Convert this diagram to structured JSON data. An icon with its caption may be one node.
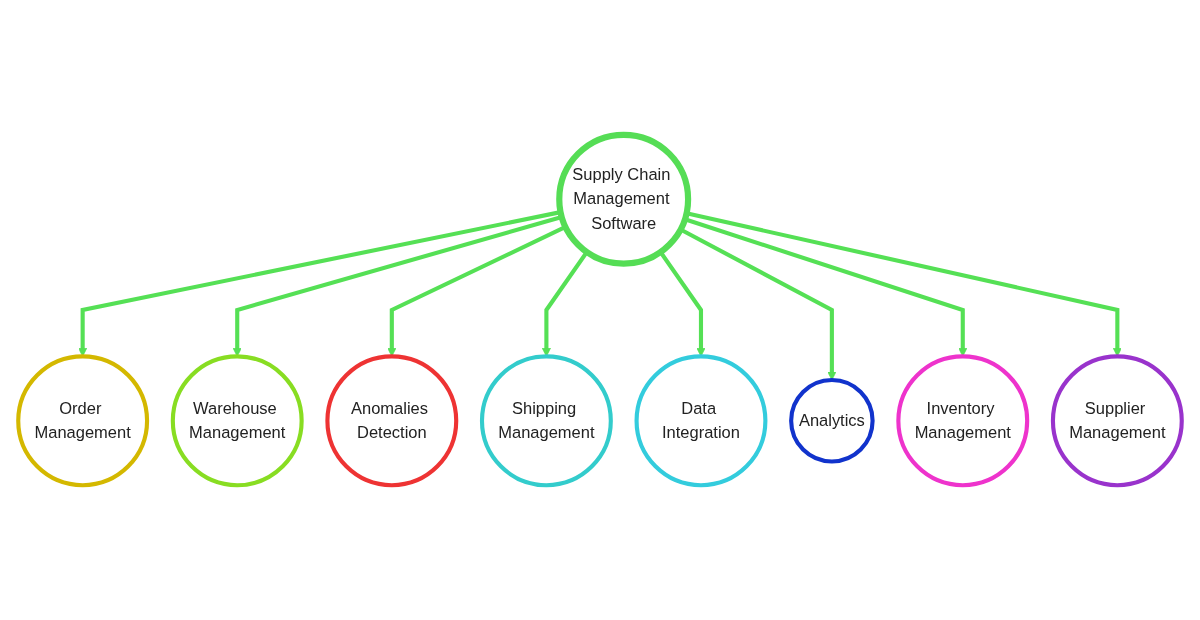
{
  "diagram": {
    "nodes": [
      {
        "text": [
          "Supply Chain Management Software"
        ]
      },
      {
        "text": [
          "Order Management"
        ]
      },
      {
        "text": [
          "Warehouse Management"
        ]
      },
      {
        "text": [
          "Anomalies Detection"
        ]
      },
      {
        "text": [
          "Shipping Management"
        ]
      },
      {
        "text": [
          "Data Integration"
        ]
      },
      {
        "text": [
          "Analytics"
        ]
      },
      {
        "text": [
          "Inventory Management"
        ]
      },
      {
        "text": [
          "Supplier Management"
        ]
      }
    ],
    "edges": [
      {
        "from": 0,
        "to": 1,
        "arrow": "to"
      },
      {
        "from": 0,
        "to": 2,
        "arrow": "to"
      },
      {
        "from": 0,
        "to": 3,
        "arrow": "to"
      },
      {
        "from": 0,
        "to": 4,
        "arrow": "to"
      },
      {
        "from": 0,
        "to": 5,
        "arrow": "to"
      },
      {
        "from": 0,
        "to": 6,
        "arrow": "to"
      },
      {
        "from": 0,
        "to": 7,
        "arrow": "to"
      },
      {
        "from": 0,
        "to": 8,
        "arrow": "to"
      }
    ]
  }
}
